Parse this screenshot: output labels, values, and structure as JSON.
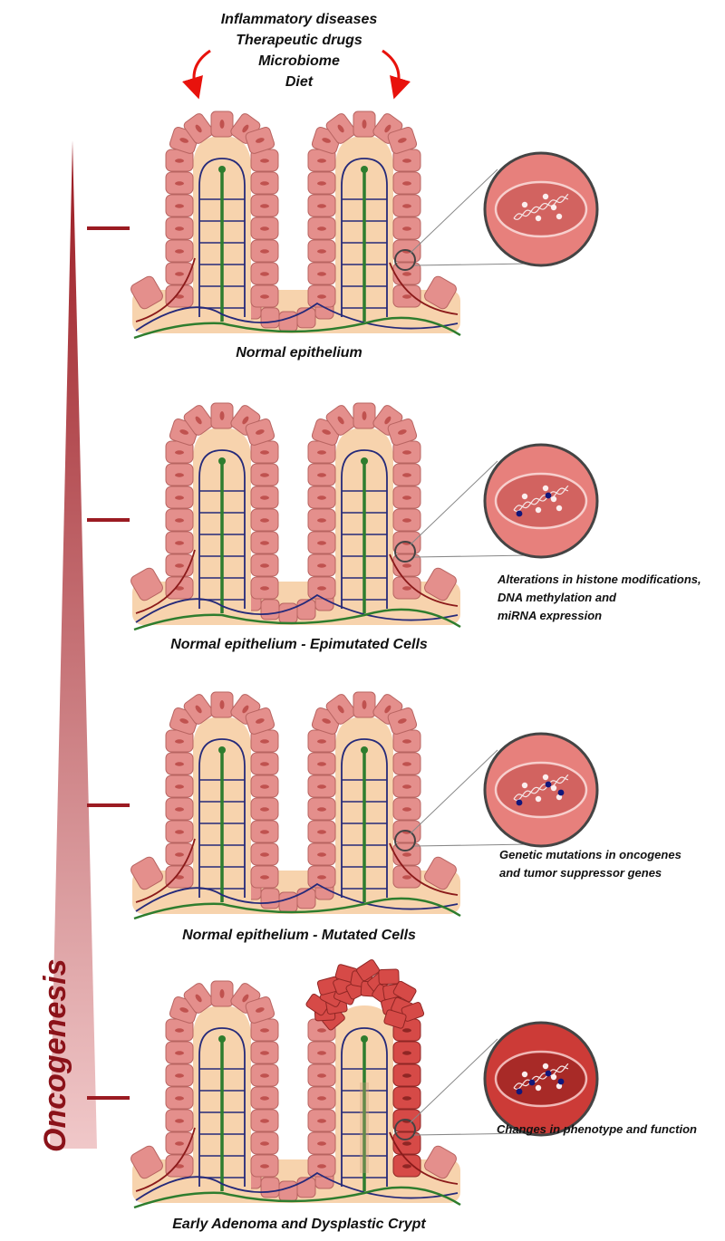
{
  "header": {
    "factors": [
      "Inflammatory diseases",
      "Therapeutic drugs",
      "Microbiome",
      "Diet"
    ]
  },
  "axis": {
    "label": "Oncogenesis"
  },
  "stages": [
    {
      "title": "Normal epithelium",
      "note": [],
      "state": "normal",
      "marks": 0
    },
    {
      "title": "Normal epithelium - Epimutated Cells",
      "note": [
        "Alterations in histone modifications,",
        "DNA methylation and",
        "miRNA expression"
      ],
      "state": "epimutated",
      "marks": 2
    },
    {
      "title": "Normal epithelium - Mutated Cells",
      "note": [
        "Genetic mutations  in oncogenes",
        "and tumor suppressor genes"
      ],
      "state": "mutated",
      "marks": 3
    },
    {
      "title": "Early Adenoma and Dysplastic Crypt",
      "note": [
        "Changes in phenotype and function"
      ],
      "state": "dysplastic",
      "marks": 4
    }
  ],
  "colors": {
    "cell": "#e48f8c",
    "cell_stroke": "#b86461",
    "nucleus": "#c0524f",
    "stroma": "#f7d3ad",
    "blood": "#252a7a",
    "artery": "#8b1a1a",
    "lacteal": "#2e7d2e",
    "dysplastic": "#d64a47",
    "arrow": "#e8120c",
    "wedge_dark": "#9b1b22",
    "wedge_light": "#f0c8c9",
    "mark": "#12167a"
  }
}
